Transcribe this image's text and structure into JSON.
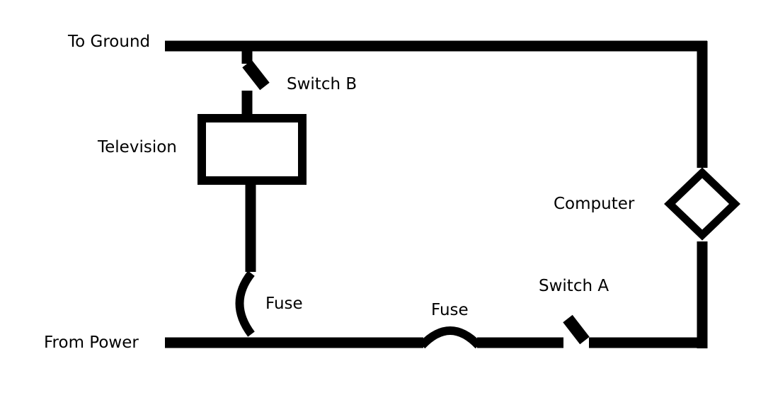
{
  "labels": {
    "to_ground": "To Ground",
    "switch_b": "Switch B",
    "television": "Television",
    "computer": "Computer",
    "switch_a": "Switch A",
    "fuse_left": "Fuse",
    "fuse_bottom": "Fuse",
    "from_power": "From Power"
  },
  "colors": {
    "wire": "#000000",
    "background": "#ffffff"
  }
}
